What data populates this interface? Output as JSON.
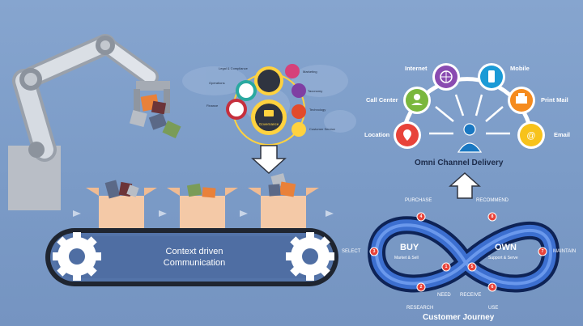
{
  "conveyor": {
    "text_line1": "Context driven",
    "text_line2": "Communication"
  },
  "governance_wheel": {
    "center": "Governance",
    "items": [
      "Legal & Compliance",
      "Marketing",
      "Operations",
      "Taxonomy",
      "Finance",
      "Technology",
      "Customer Service"
    ]
  },
  "omni": {
    "title": "Omni Channel Delivery",
    "channels": [
      "Internet",
      "Mobile",
      "Call Center",
      "Print Mail",
      "Location",
      "Email"
    ]
  },
  "journey": {
    "title": "Customer Journey",
    "buy_title": "BUY",
    "buy_sub": "Market & Sell",
    "own_title": "OWN",
    "own_sub": "Support & Serve",
    "stages": [
      "PURCHASE",
      "RECOMMEND",
      "SELECT",
      "MAINTAIN",
      "RESEARCH",
      "NEED",
      "RECEIVE",
      "USE"
    ],
    "numbers": [
      "1",
      "2",
      "3",
      "4",
      "5",
      "6",
      "7",
      "8"
    ]
  },
  "colors": {
    "gov_center": "#2f3440",
    "omni_title": "#1c2b4a",
    "accent_red": "#e8433a"
  }
}
